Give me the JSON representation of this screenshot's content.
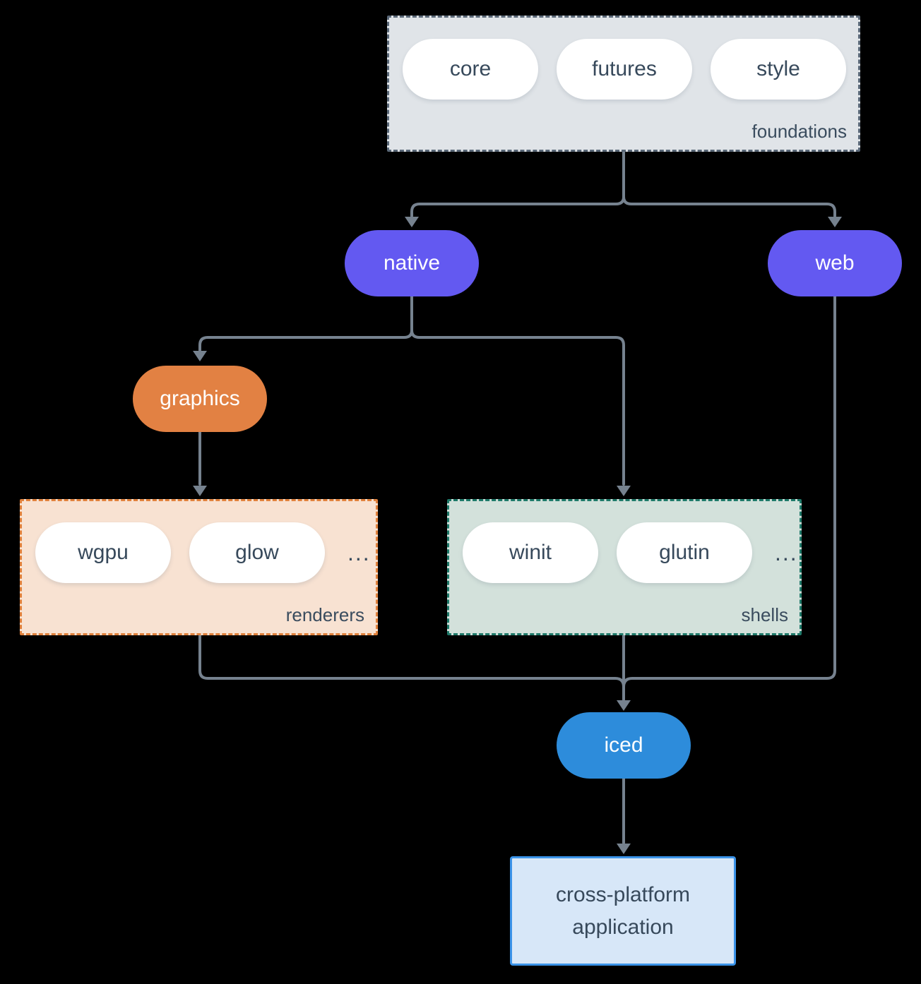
{
  "groups": {
    "foundations": {
      "label": "foundations",
      "items": [
        "core",
        "futures",
        "style"
      ]
    },
    "renderers": {
      "label": "renderers",
      "items": [
        "wgpu",
        "glow"
      ],
      "ellipsis": "..."
    },
    "shells": {
      "label": "shells",
      "items": [
        "winit",
        "glutin"
      ],
      "ellipsis": "..."
    }
  },
  "nodes": {
    "native": {
      "label": "native"
    },
    "web": {
      "label": "web"
    },
    "graphics": {
      "label": "graphics"
    },
    "iced": {
      "label": "iced"
    },
    "application": {
      "lines": [
        "cross-platform",
        "application"
      ]
    }
  },
  "edges": [
    {
      "from": "foundations",
      "to": "native"
    },
    {
      "from": "foundations",
      "to": "web"
    },
    {
      "from": "native",
      "to": "graphics"
    },
    {
      "from": "native",
      "to": "shells"
    },
    {
      "from": "graphics",
      "to": "renderers"
    },
    {
      "from": "renderers",
      "to": "iced"
    },
    {
      "from": "shells",
      "to": "iced"
    },
    {
      "from": "web",
      "to": "iced"
    },
    {
      "from": "iced",
      "to": "application"
    }
  ],
  "colors": {
    "background": "#000000",
    "connector": "#76828F",
    "node_purple": "#6359F1",
    "node_orange": "#E28143",
    "node_blue": "#2D8CDB",
    "pill_fill": "#FFFFFF",
    "foundations_fill": "#E0E4E8",
    "foundations_border": "#5A6878",
    "renderers_fill": "#F8E2D2",
    "renderers_border": "#E0813C",
    "shells_fill": "#D3E1DB",
    "shells_border": "#1E7969",
    "application_fill": "#D7E7F8",
    "application_border": "#3B93E8",
    "text_dark": "#37495B",
    "text_light": "#FFFFFF"
  }
}
